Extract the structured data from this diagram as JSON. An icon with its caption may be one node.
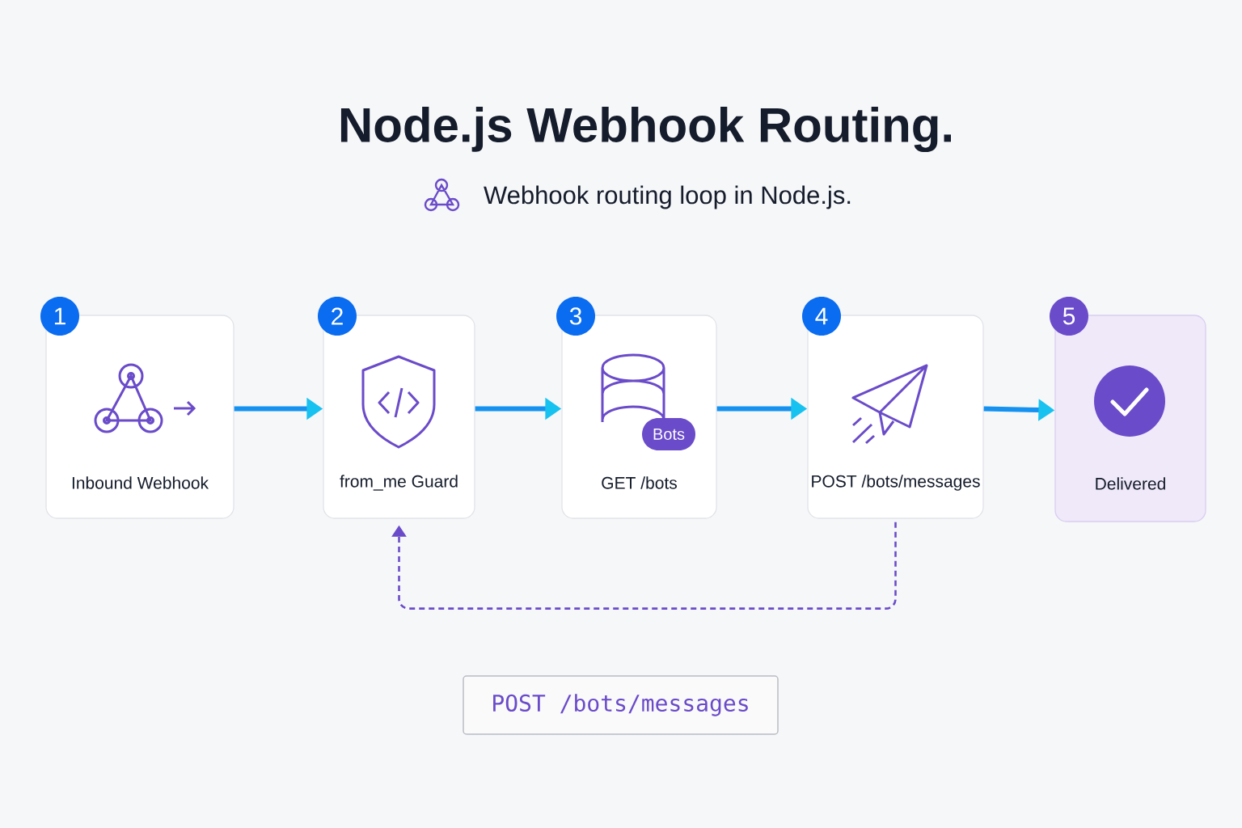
{
  "diagram": {
    "title": "Node.js Webhook Routing.",
    "nodes": [
      {
        "text": [
          "1",
          "Inbound Webhook"
        ]
      },
      {
        "text": [
          "2",
          "from_me Guard"
        ]
      },
      {
        "text": [
          "3",
          "GET /bots"
        ]
      },
      {
        "text": [
          "Bots"
        ],
        "in": 2
      },
      {
        "text": [
          "4",
          "POST /bots/messages"
        ]
      },
      {
        "text": [
          "5",
          "Delivered"
        ]
      },
      {
        "text": [
          "POST /bots/messages"
        ]
      }
    ],
    "edges": [
      {
        "from": 0,
        "to": 1,
        "arrow": "to"
      },
      {
        "from": 1,
        "to": 2,
        "arrow": "to"
      },
      {
        "from": 2,
        "to": 4,
        "arrow": "to"
      },
      {
        "from": 4,
        "to": 5,
        "arrow": "to"
      },
      {
        "from": 4,
        "to": 1,
        "arrow": "to",
        "style": "dashed",
        "color": "#6a4bc9"
      }
    ],
    "labels": [
      "Webhook routing loop in Node.js."
    ]
  }
}
